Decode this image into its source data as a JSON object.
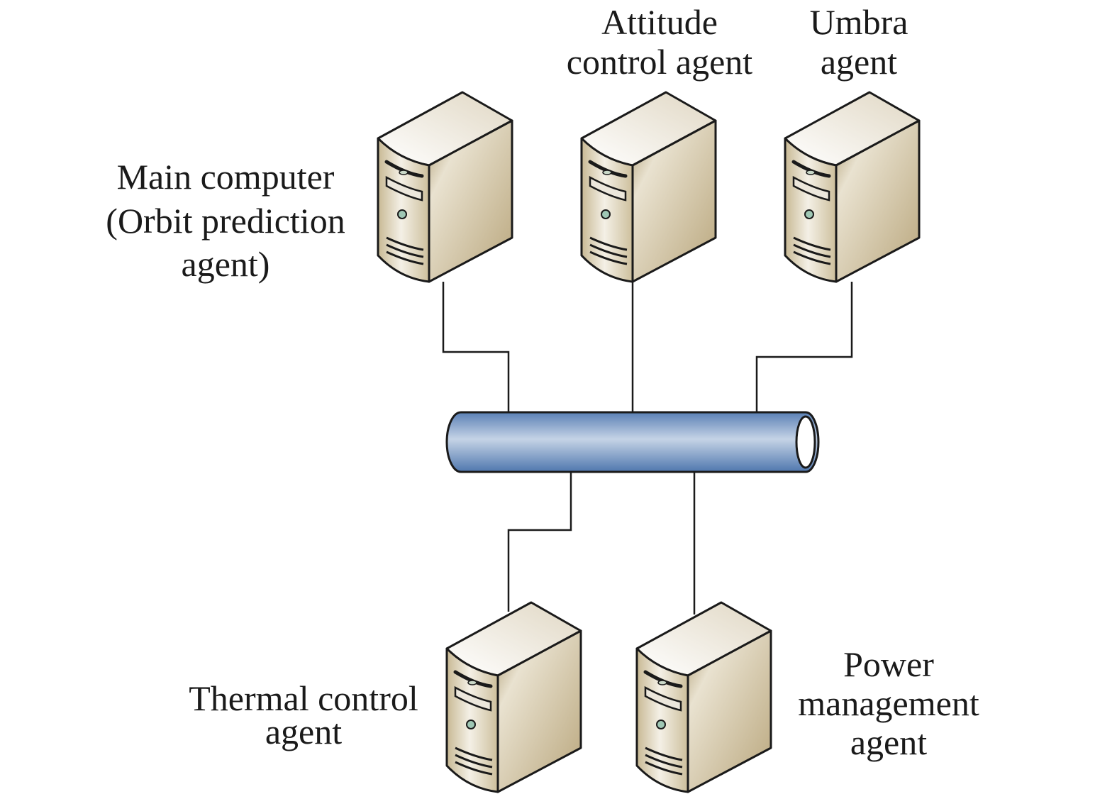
{
  "nodes": [
    {
      "id": "main",
      "label_lines": [
        "Main computer",
        "(Orbit prediction",
        "agent)"
      ]
    },
    {
      "id": "attitude",
      "label_lines": [
        "Attitude",
        "control agent"
      ]
    },
    {
      "id": "umbra",
      "label_lines": [
        "Umbra",
        "agent"
      ]
    },
    {
      "id": "thermal",
      "label_lines": [
        "Thermal control",
        "agent"
      ]
    },
    {
      "id": "power",
      "label_lines": [
        "Power",
        "management",
        "agent"
      ]
    }
  ],
  "bus": {
    "type": "network-bus-cylinder",
    "color": "#6d93c4"
  },
  "server_icon": "server-tower-icon",
  "colors": {
    "server_body": "#d8ccb0",
    "server_side": "#c4b48e",
    "server_top": "#f3efe6",
    "line": "#1a1a1a",
    "bus": "#6d93c4"
  }
}
